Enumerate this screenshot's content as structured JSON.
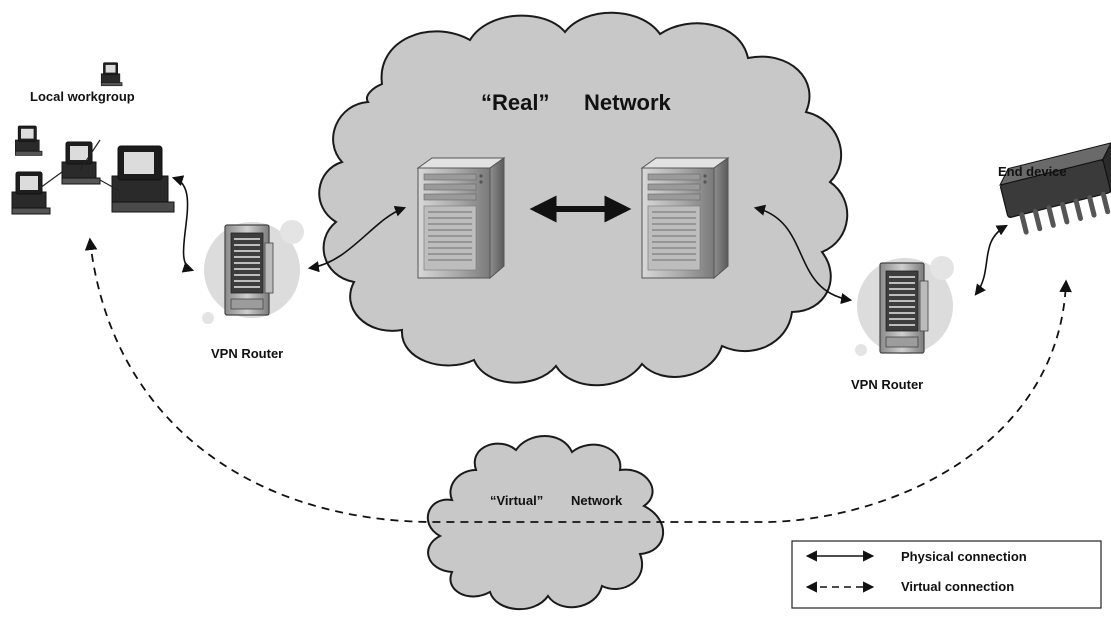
{
  "labels": {
    "local_workgroup": "Local workgroup",
    "end_device": "End device",
    "vpn_router_left": "VPN Router",
    "vpn_router_right": "VPN Router",
    "real_network_part1": "“Real”",
    "real_network_part2": "Network",
    "virtual_network_part1": "“Virtual”",
    "virtual_network_part2": "Network"
  },
  "legend": {
    "physical": "Physical connection",
    "virtual": "Virtual connection"
  },
  "colors": {
    "cloud_fill": "#c8c8c8",
    "cloud_stroke": "#1a1a1a",
    "halo": "#dcdcdc",
    "server_light": "#d4d4d4",
    "server_dark": "#6e6e6e",
    "line": "#111111"
  },
  "icons": {
    "workgroup": "desktop-computers-icon",
    "router": "server-rack-icon",
    "server": "server-tower-icon",
    "end_device": "microchip-icon"
  }
}
